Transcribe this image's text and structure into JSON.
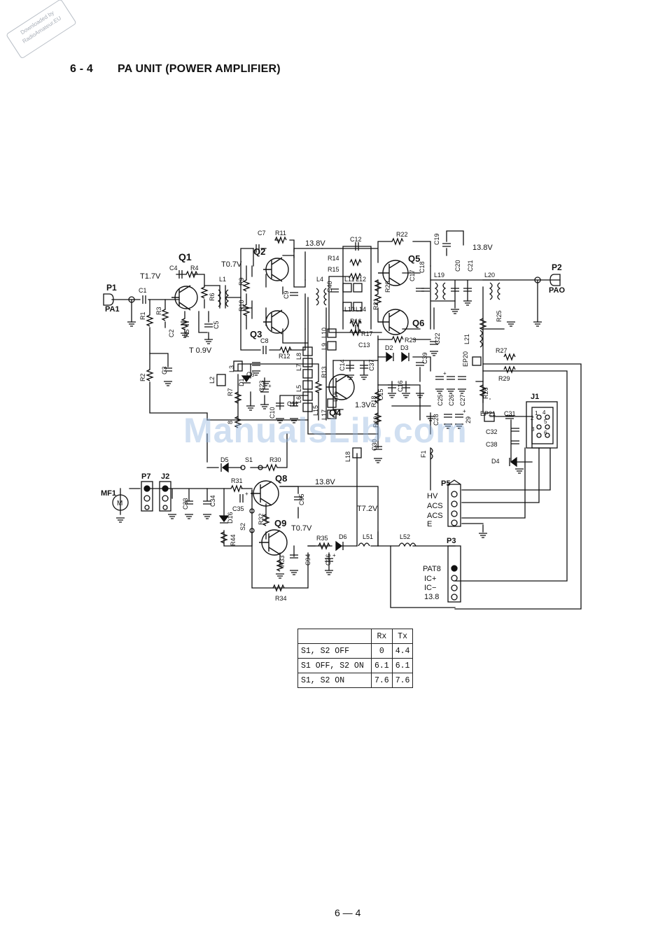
{
  "stamp": {
    "line1": "Downloaded by",
    "line2": "RadioAmateur.EU"
  },
  "heading": {
    "number": "6 - 4",
    "title": "PA UNIT (POWER AMPLIFIER)"
  },
  "watermark": "ManualsLib.com",
  "page_number": "6 — 4",
  "table": {
    "header": [
      "",
      "Rx",
      "Tx"
    ],
    "rows": [
      {
        "label": "S1, S2 OFF",
        "rx": "0",
        "tx": "4.4"
      },
      {
        "label": "S1 OFF, S2 ON",
        "rx": "6.1",
        "tx": "6.1"
      },
      {
        "label": "S1, S2 ON",
        "rx": "7.6",
        "tx": "7.6"
      }
    ]
  },
  "labels": {
    "p1": "P1",
    "pa1": "PA1",
    "p2": "P2",
    "pa0": "PAO",
    "q1": "Q1",
    "q2": "Q2",
    "q3": "Q3",
    "q4": "Q4",
    "q5": "Q5",
    "q6": "Q6",
    "q8": "Q8",
    "q9": "Q9",
    "v_q1_base": "T1.7V",
    "v_q1_emit": "T 0.9V",
    "v_q2": "T0.7V",
    "v_13_8_a": "13.8V",
    "v_13_8_b": "13.8V",
    "v_13_8_c": "13.8V",
    "v_q4": "1.3V",
    "v_q9": "T0.7V",
    "v_72": "T7.2V",
    "c1": "C1",
    "c2": "C2",
    "c3": "C3",
    "c4": "C4",
    "c5": "C5",
    "c6": "C6",
    "c7": "C7",
    "c8": "C8",
    "c9": "C9",
    "c10": "C10",
    "c11": "C11",
    "c12": "C12",
    "c13": "C13",
    "c14": "C14",
    "c15": "C15",
    "c16": "C16",
    "c17": "C17",
    "c18": "C18",
    "c19": "C19",
    "c20": "C20",
    "c21": "C21",
    "c22": "C22",
    "c23": "C23",
    "c25": "C25",
    "c26": "C26",
    "c27": "C27",
    "c28": "C28",
    "c29": "29",
    "c30": "C30",
    "c31": "C31",
    "c32": "C32",
    "c33": "C33",
    "c34": "C34",
    "c35": "C35",
    "c36": "C36",
    "c37": "C37",
    "c38": "C38",
    "c39": "C39",
    "c40": "C40",
    "c94": "C94",
    "c95": "C95",
    "r1": "R1",
    "r2": "R2",
    "r3": "R3",
    "r4": "R4",
    "r5": "R5",
    "r6": "R6",
    "r7": "R7",
    "r8": "8",
    "r9": "R9",
    "r10": "R10",
    "r11": "R11",
    "r12": "R12",
    "r13": "R13",
    "r14": "R14",
    "r15": "R15",
    "r16": "R16",
    "r17": "R17",
    "r18": "R18",
    "r19": "R19",
    "r20": "R20",
    "r21": "R21",
    "r22": "R22",
    "r23": "R23",
    "r25": "R25",
    "r26": "R26",
    "r27": "R27",
    "r29": "R29",
    "r30": "R30",
    "r31": "R31",
    "r32": "R32",
    "r33": "R33",
    "r34": "R34",
    "r35": "R35",
    "r44": "R44",
    "l1": "L1",
    "l2": "L2",
    "l3": "L3",
    "l4": "L4",
    "l5": "L5",
    "l6": "L6",
    "l7": "L7",
    "l8": "L8",
    "l9": "L9",
    "l10": "L10",
    "l11": "L11",
    "l12": "L12",
    "l13": "L13",
    "l14": "L14",
    "l15": "L15",
    "l16": "L16",
    "l17": "L17",
    "l18": "L18",
    "l19": "L19",
    "l20": "L20",
    "l21": "L21",
    "l51": "L51",
    "l52": "L52",
    "ep20": "EP20",
    "ep21": "EP21",
    "d1": "D1",
    "d2": "D2",
    "d3": "D3",
    "d4": "D4",
    "d5": "D5",
    "d6": "D6",
    "d16": "D16",
    "s1": "S1",
    "s2": "S2",
    "f1": "F1",
    "j1": "J1",
    "j2": "J2",
    "p3": "P3",
    "p5": "P5",
    "p7": "P7",
    "mf1": "MF1",
    "m": "M",
    "j1_pin1": "1",
    "j1_pin2": "2",
    "j1_pin3": "3",
    "j1_pin4": "4",
    "j1_pin5": "5",
    "j1_pin6": "6",
    "p5_hv": "HV",
    "p5_acs1": "ACS",
    "p5_acs2": "ACS",
    "p5_e": "E",
    "p3_pat8": "PAT8",
    "p3_icp": "IC+",
    "p3_icm": "IC−",
    "p3_138": "13.8"
  }
}
